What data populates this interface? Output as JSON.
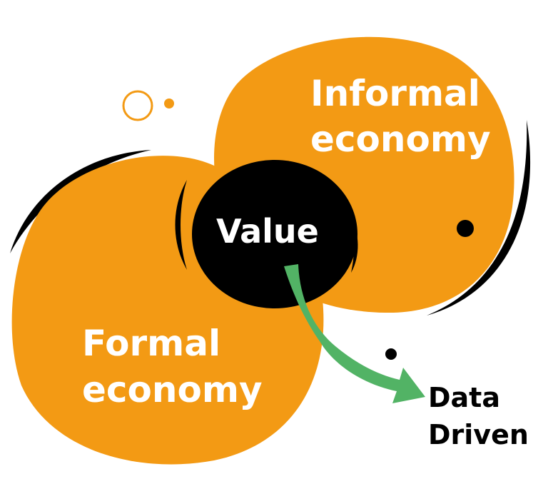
{
  "colors": {
    "orange": "#F39A14",
    "black": "#000000",
    "green": "#52B365",
    "white": "#ffffff"
  },
  "labels": {
    "informal_line1": "Informal",
    "informal_line2": "economy",
    "value": "Value",
    "formal_line1": "Formal",
    "formal_line2": "economy",
    "data_line1": "Data",
    "data_line2": "Driven"
  }
}
